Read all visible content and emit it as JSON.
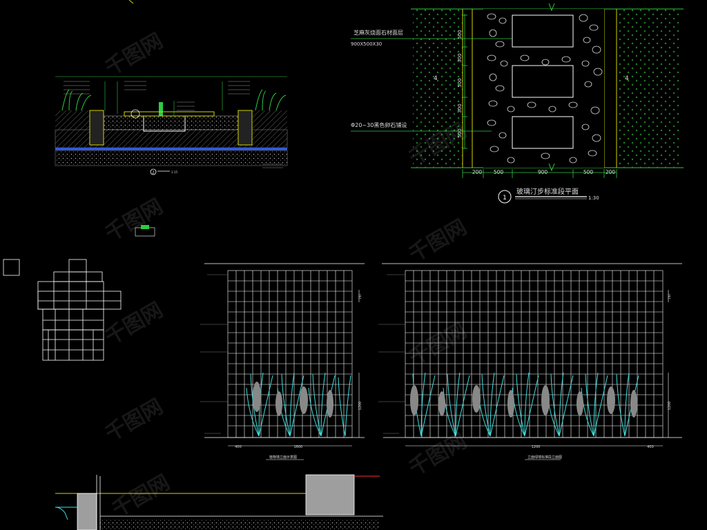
{
  "plan": {
    "title": "玻璃汀步标准段平面",
    "scale": "1:30",
    "number": "1",
    "label_top": "芝麻灰烧面石材面层",
    "label_top_sub": "900X500X30",
    "label_pebble": "Φ20~30黑色卵石铺设",
    "area_mark_left": "4",
    "area_mark_right": "4",
    "dims_vertical": [
      "500",
      "300",
      "500",
      "300",
      "500"
    ],
    "dims_horizontal": [
      "200",
      "500",
      "900",
      "500",
      "200"
    ]
  },
  "section": {
    "number": "2",
    "scale": "1:15"
  },
  "elevation_left": {
    "title": "植物墙立面示意图",
    "dim_left": "400",
    "dim_right": "1600",
    "dim_height": "1200",
    "dim_small_top": "150"
  },
  "elevation_right": {
    "title": "立面绿墙标准段立面图",
    "dim_center": "1200",
    "dim_right": "400",
    "dim_height": "1200",
    "dim_small_top": "150"
  },
  "watermark": "千图网"
}
